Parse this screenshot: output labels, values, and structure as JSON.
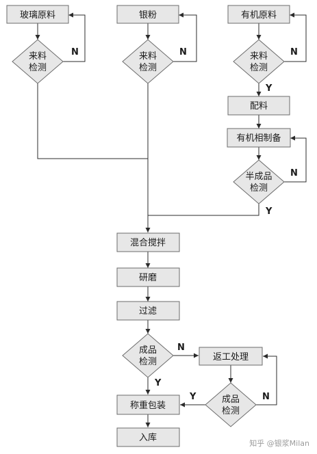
{
  "nodes": {
    "glass_material": "玻璃原料",
    "silver_powder": "银粉",
    "organic_material": "有机原料",
    "incoming_check": [
      "来料",
      "检测"
    ],
    "batching": "配料",
    "organic_phase_prep": "有机相制备",
    "semi_product_check": [
      "半成品",
      "检测"
    ],
    "mix_stir": "混合搅拌",
    "grinding": "研磨",
    "filtering": "过滤",
    "product_check": [
      "成品",
      "检测"
    ],
    "rework": "返工处理",
    "weigh_pack": "称重包装",
    "warehouse": "入库"
  },
  "labels": {
    "yes": "Y",
    "no": "N"
  },
  "watermark": "知乎 @银浆Milan"
}
